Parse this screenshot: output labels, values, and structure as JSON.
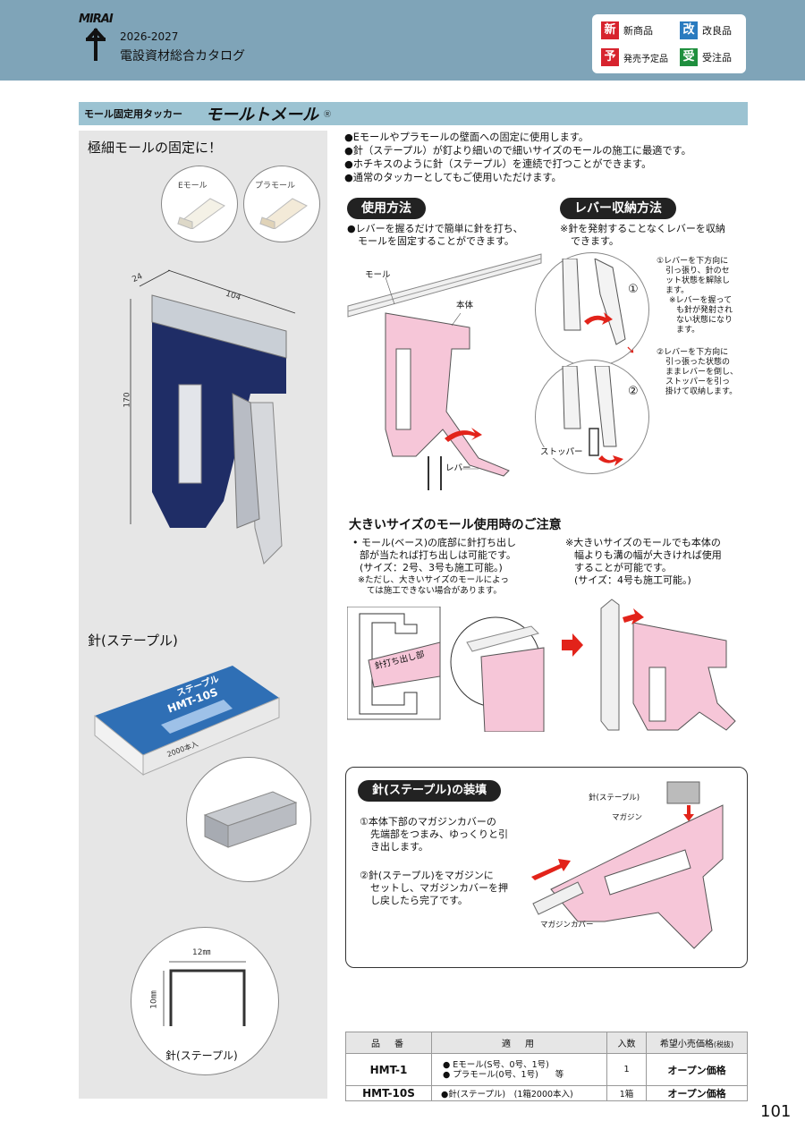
{
  "header": {
    "logo": "MIRAI",
    "year": "2026-2027",
    "catalog_title": "電設資材総合カタログ",
    "legend": [
      {
        "tag": "新",
        "label": "新商品",
        "color": "#d7232e"
      },
      {
        "tag": "改",
        "label": "改良品",
        "color": "#2a7bbf"
      },
      {
        "tag": "予",
        "label": "発売予定品",
        "color": "#d7232e"
      },
      {
        "tag": "受",
        "label": "受注品",
        "color": "#1f8f3e"
      }
    ]
  },
  "section": {
    "subtitle": "モール固定用タッカー",
    "title": "モールトメール",
    "trademark": "Ⓡ"
  },
  "left": {
    "heading": "極細モールの固定に！",
    "circle1_label": "Eモール",
    "circle2_label": "プラモール",
    "dim_width": "24",
    "dim_length": "104",
    "dim_height": "170",
    "staple_heading": "針(ステープル)",
    "box_brand": "ステープル",
    "box_model": "HMT-10S",
    "box_count": "2000本入",
    "staple_dim_w": "12㎜",
    "staple_dim_h": "10㎜",
    "staple_caption": "針(ステープル)"
  },
  "bullets": [
    "●Eモールやプラモールの壁面への固定に使用します。",
    "●針（ステープル）が釘より細いので細いサイズのモールの施工に最適です。",
    "●ホチキスのように針（ステープル）を連続で打つことができます。",
    "●通常のタッカーとしてもご使用いただけます。"
  ],
  "usage": {
    "title": "使用方法",
    "text1": "●レバーを握るだけで簡単に針を打ち、",
    "text2": "モールを固定することができます。",
    "label_mold": "モール",
    "label_body": "本体",
    "label_lever": "レバー"
  },
  "lever_storage": {
    "title": "レバー収納方法",
    "text1": "※針を発射することなくレバーを収納",
    "text2": "できます。",
    "step1": [
      "①レバーを下方向に",
      "引っ張り、針のセ",
      "ット状態を解除し",
      "ます。",
      "※レバーを握って",
      "も針が発射され",
      "ない状態になり",
      "ます。"
    ],
    "step2": [
      "②レバーを下方向に",
      "引っ張った状態の",
      "ままレバーを倒し、",
      "ストッパーを引っ",
      "掛けて収納します。"
    ],
    "num1": "①",
    "num2": "②",
    "label_stopper": "ストッパー"
  },
  "caution": {
    "title": "大きいサイズのモール使用時のご注意",
    "left": [
      "• モール(ベース)の底部に針打ち出し",
      "部が当たれば打ち出しは可能です。",
      "(サイズ：2号、3号も施工可能。)"
    ],
    "left_note": [
      "※ただし、大きいサイズのモールによっ",
      "ては施工できない場合があります。"
    ],
    "right": [
      "※大きいサイズのモールでも本体の",
      "幅よりも溝の幅が大きければ使用",
      "することが可能です。",
      "(サイズ：4号も施工可能。)"
    ],
    "label_nozzle": "針打ち出し部"
  },
  "loading": {
    "title": "針(ステープル)の装填",
    "step1": [
      "①本体下部のマガジンカバーの",
      "先端部をつまみ、ゆっくりと引",
      "き出します。"
    ],
    "step2": [
      "②針(ステープル)をマガジンに",
      "セットし、マガジンカバーを押",
      "し戻したら完了です。"
    ],
    "label_staple": "針(ステープル)",
    "label_magazine": "マガジン",
    "label_cover": "マガジンカバー"
  },
  "table": {
    "headers": [
      "品　番",
      "適　用",
      "入数",
      "希望小売価格"
    ],
    "price_note": "(税抜)",
    "rows": [
      {
        "code": "HMT-1",
        "use1": "● Eモール(S号、0号、1号)",
        "use2": "● プラモール(0号、1号)　　等",
        "qty": "1",
        "price": "オープン価格"
      },
      {
        "code": "HMT-10S",
        "use1": "●針(ステープル)　(1箱2000本入)",
        "use2": "",
        "qty": "1箱",
        "price": "オープン価格"
      }
    ]
  },
  "page_number": "101"
}
